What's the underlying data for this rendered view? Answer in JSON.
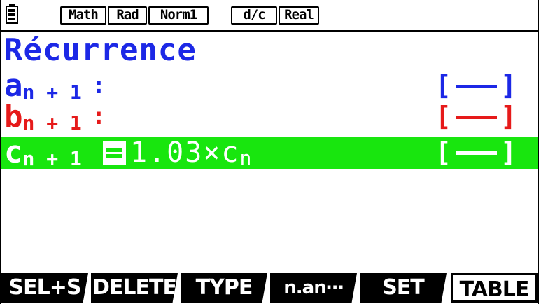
{
  "status_bar": {
    "indicators": [
      "Math",
      "Rad",
      "Norm1",
      "d/c",
      "Real"
    ],
    "battery_icon": "battery-icon"
  },
  "title": "Récurrence",
  "rows": [
    {
      "var": "a",
      "sub": "n + 1",
      "sep": ":",
      "formula": "",
      "color": "#1c28e6",
      "selected": false
    },
    {
      "var": "b",
      "sub": "n + 1",
      "sep": ":",
      "formula": "",
      "color": "#e61a1a",
      "selected": false
    },
    {
      "var": "c",
      "sub": "n + 1",
      "sep": "=",
      "formula_main": "1.03×c",
      "formula_sub": "n",
      "color": "#ffffff",
      "selected": true
    }
  ],
  "line_style": {
    "open": "[",
    "close": "]"
  },
  "colors": {
    "blue": "#1c28e6",
    "red": "#e61a1a",
    "highlight": "#18e60e"
  },
  "function_keys": [
    "SEL+S",
    "DELETE",
    "TYPE",
    "n.an⋯",
    "SET",
    "TABLE"
  ]
}
